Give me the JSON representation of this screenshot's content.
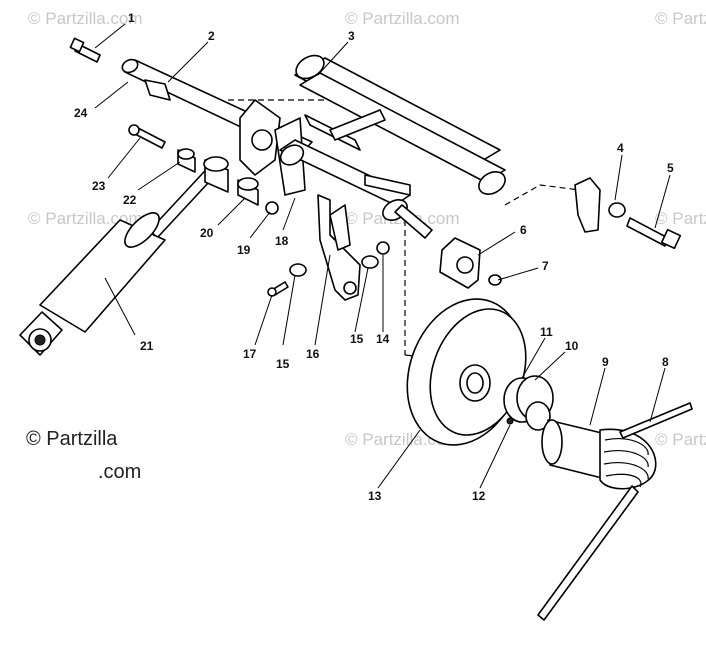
{
  "watermarks": {
    "top_left": "© Partzilla.com",
    "top_middle": "© Partzilla.com",
    "top_right": "© Partzilla",
    "mid_left": "© Partzilla.com",
    "mid_right": "© Partzilla.com",
    "mid_far_right": "© Partz",
    "bottom_center": "© Partzilla.com",
    "bottom_right": "© Partzilla"
  },
  "brand_caption": {
    "line1": "© Partzilla",
    "line2": ".com"
  },
  "callouts": [
    "1",
    "2",
    "3",
    "4",
    "5",
    "6",
    "7",
    "8",
    "9",
    "10",
    "11",
    "12",
    "13",
    "14",
    "15",
    "15",
    "16",
    "17",
    "18",
    "19",
    "20",
    "21",
    "22",
    "23",
    "24"
  ]
}
